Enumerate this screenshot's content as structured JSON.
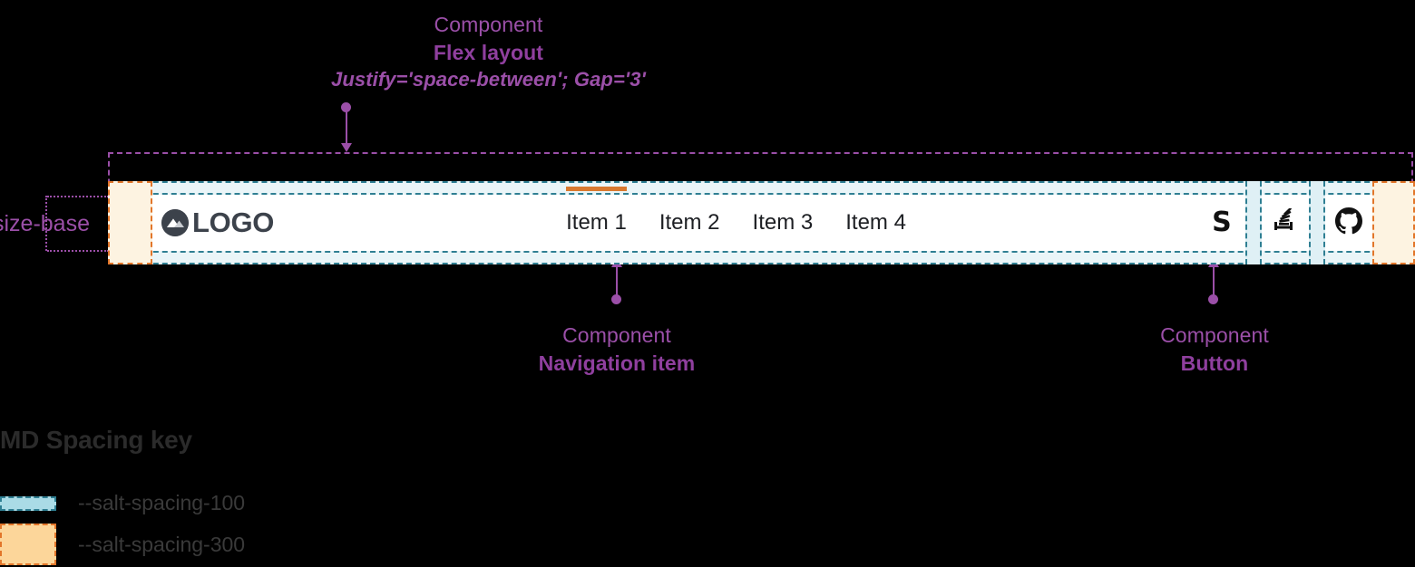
{
  "annotations": {
    "flex_layout": {
      "kind": "Component",
      "name": "Flex layout",
      "props": "Justify='space-between'; Gap='3'"
    },
    "navigation_item": {
      "kind": "Component",
      "name": "Navigation item"
    },
    "button": {
      "kind": "Component",
      "name": "Button"
    },
    "size_base": {
      "label": "size-base"
    }
  },
  "navbar": {
    "brand": {
      "logo_icon": "mountain-logo-icon",
      "name": "LOGO"
    },
    "items": [
      {
        "label": "Item 1",
        "active": true
      },
      {
        "label": "Item 2",
        "active": false
      },
      {
        "label": "Item 3",
        "active": false
      },
      {
        "label": "Item 4",
        "active": false
      }
    ],
    "buttons": [
      {
        "icon": "salt-s-icon",
        "glyph": "S"
      },
      {
        "icon": "stackoverflow-icon",
        "glyph": ""
      },
      {
        "icon": "github-icon",
        "glyph": ""
      }
    ]
  },
  "legend": {
    "title": "MD Spacing key",
    "rows": [
      {
        "token": "--salt-spacing-100",
        "swatch": "spacing-100-swatch"
      },
      {
        "token": "--salt-spacing-300",
        "swatch": "spacing-300-swatch"
      }
    ]
  },
  "colors": {
    "annotation_purple": "#9b4fa8",
    "spacing_100_fill": "#aadbe6",
    "spacing_100_border": "#2f7f93",
    "spacing_300_fill": "#fcd69a",
    "spacing_300_border": "#e2762a",
    "active_underline": "#d9792f",
    "background": "#000000",
    "navbar_surface": "#ffffff"
  }
}
